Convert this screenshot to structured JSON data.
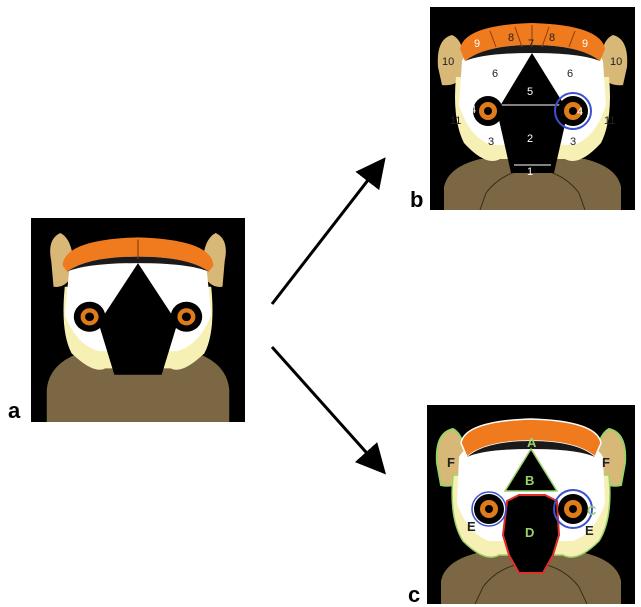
{
  "panels": {
    "a": {
      "letter": "a"
    },
    "b": {
      "letter": "b",
      "regions": {
        "r1": "1",
        "r2": "2",
        "r3l": "3",
        "r3r": "3",
        "r4l": "4",
        "r4r": "4",
        "r5": "5",
        "r6l": "6",
        "r6r": "6",
        "r7": "7",
        "r8l": "8",
        "r8r": "8",
        "r9l": "9",
        "r9r": "9",
        "r10l": "10",
        "r10r": "10",
        "r11l": "11",
        "r11r": "11"
      }
    },
    "c": {
      "letter": "c",
      "regions": {
        "A": "A",
        "B": "B",
        "C": "C",
        "D": "D",
        "El": "E",
        "Er": "E",
        "Fl": "F",
        "Fr": "F"
      }
    }
  },
  "colors": {
    "background": "#000000",
    "crest_orange": "#f07a1e",
    "ear_tan": "#d8b877",
    "face_white": "#ffffff",
    "cheek_yellow": "#f7f0b4",
    "body_brown": "#7b6744",
    "eye_orange": "#e07b1a",
    "outline_green": "#9ad26a",
    "outline_red": "#e0302a",
    "outline_blue": "#3a50d0",
    "outline_white": "#ffffff"
  }
}
